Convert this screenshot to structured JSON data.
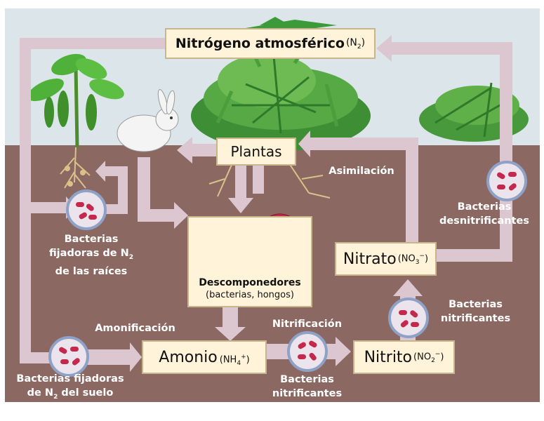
{
  "title": {
    "main": "Nitrógeno atmosférico",
    "formula_pre": "(N",
    "formula_sub": "2",
    "formula_post": ")"
  },
  "plants": {
    "label": "Plantas"
  },
  "decomposers": {
    "title": "Descomponedores",
    "subtitle": "(bacterias, hongos)"
  },
  "ammonium": {
    "name": "Amonio",
    "formula_pre": "(NH",
    "formula_sub": "4",
    "formula_sup": "+",
    "formula_post": ")"
  },
  "nitrite": {
    "name": "Nitrito",
    "formula_pre": "(NO",
    "formula_sub": "2",
    "formula_sup": "−",
    "formula_post": ")"
  },
  "nitrate": {
    "name": "Nitrato",
    "formula_pre": "(NO",
    "formula_sub": "3",
    "formula_sup": "−",
    "formula_post": ")"
  },
  "labels": {
    "root_bacteria_l1": "Bacterias",
    "root_bacteria_l2_pre": "fijadoras de N",
    "root_bacteria_l2_sub": "2",
    "root_bacteria_l3": "de las raíces",
    "soil_bacteria_l1": "Bacterias fijadoras",
    "soil_bacteria_l2_pre": "de N",
    "soil_bacteria_l2_sub": "2",
    "soil_bacteria_l2_post": " del suelo",
    "ammonification": "Amonificación",
    "nitrification": "Nitrificación",
    "nitrifying_bottom_l1": "Bacterias",
    "nitrifying_bottom_l2": "nitrificantes",
    "nitrifying_right_l1": "Bacterias",
    "nitrifying_right_l2": "nitrificantes",
    "assimilation": "Asimilación",
    "denitrifying_l1": "Bacterias",
    "denitrifying_l2": "desnitrificantes"
  },
  "colors": {
    "sky": "#dce6ea",
    "soil": "#8c6862",
    "arrow": "#dcc7d0",
    "box_fill": "#fff3da",
    "box_border": "#c9b58a",
    "bacteria": "#c4284c"
  }
}
